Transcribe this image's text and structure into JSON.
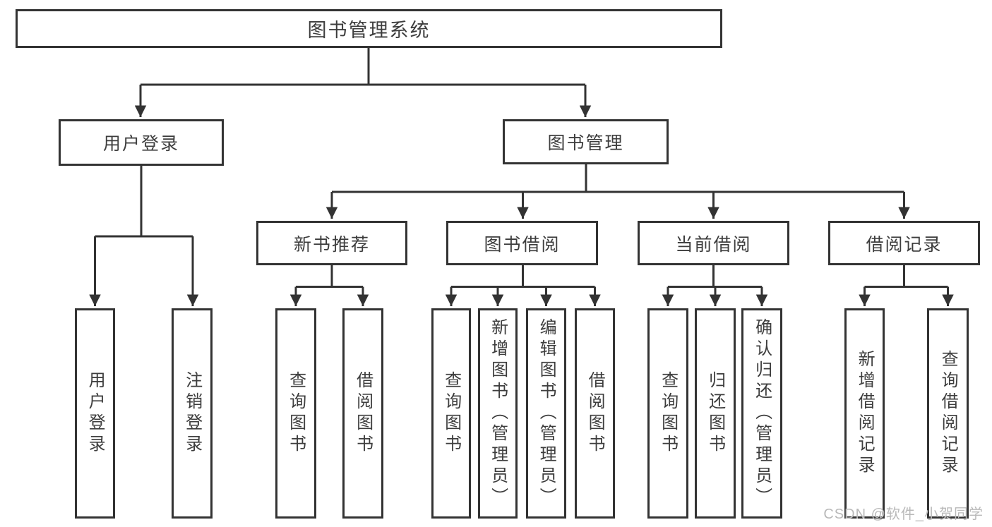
{
  "tree": {
    "label": "图书管理系统",
    "children": [
      {
        "label": "用户登录",
        "children": [
          {
            "label": "用户登录"
          },
          {
            "label": "注销登录"
          }
        ]
      },
      {
        "label": "图书管理",
        "children": [
          {
            "label": "新书推荐",
            "children": [
              {
                "label": "查询图书"
              },
              {
                "label": "借阅图书"
              }
            ]
          },
          {
            "label": "图书借阅",
            "children": [
              {
                "label": "查询图书"
              },
              {
                "label": "新增图书（管理员）"
              },
              {
                "label": "编辑图书（管理员）"
              },
              {
                "label": "借阅图书"
              }
            ]
          },
          {
            "label": "当前借阅",
            "children": [
              {
                "label": "查询图书"
              },
              {
                "label": "归还图书"
              },
              {
                "label": "确认归还（管理员）"
              }
            ]
          },
          {
            "label": "借阅记录",
            "children": [
              {
                "label": "新增借阅记录"
              },
              {
                "label": "查询借阅记录"
              }
            ]
          }
        ]
      }
    ]
  },
  "watermark": {
    "text": "CSDN @软件_小贺同学"
  },
  "colors": {
    "line": "#333333",
    "box_border": "#333333",
    "box_fill": "#ffffff",
    "text": "#3d3d3d",
    "watermark": "#b9b9b9",
    "background": "#ffffff"
  }
}
